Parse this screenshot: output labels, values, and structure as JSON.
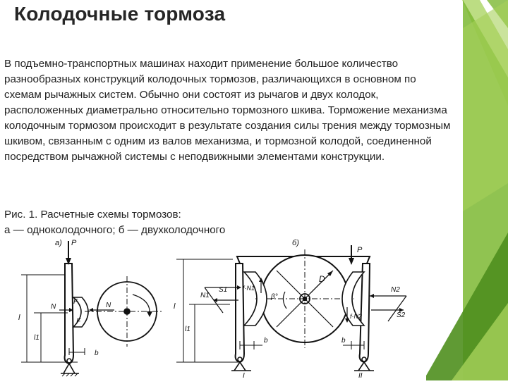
{
  "slide": {
    "title": "Колодочные тормоза",
    "paragraph": "В подъемно-транспортных машинах находит применение большое количество разнообразных конструкций колодочных тормозов, различающихся в основном по схемам рычажных систем. Обычно они состоят из рычагов и двух колодок, расположенных диаметрально относительно тормозного шкива. Торможение механизма колодочным тормозом происходит в результате создания силы трения между тормозным шкивом, связанным с одним из валов механизма, и тормозной колодой, соединенной посредством рычажной системы с неподвижными элементами конструкции.",
    "caption_line1": "Рис. 1. Расчетные схемы тормозов:",
    "caption_line2": "а — одноколодочного; б — двухколодочного"
  },
  "figure": {
    "a": {
      "label": "а)",
      "P": "P",
      "l": "l",
      "l1": "l1",
      "N_left": "N",
      "F_top": "F",
      "F_bottom": "F",
      "N_center": "N",
      "b": "b"
    },
    "b": {
      "label": "б)",
      "P": "P",
      "l": "l",
      "l1": "l1",
      "S1": "S1",
      "N1": "N1",
      "fN1": "f·N1",
      "beta": "β°",
      "D": "D",
      "N2": "N2",
      "S2": "S2",
      "fN2": "f·N2",
      "b_left": "b",
      "b_right": "b",
      "I": "I",
      "II": "II"
    }
  },
  "theme": {
    "green_dark": "#4f8f1e",
    "green_mid": "#7cb832",
    "green_light": "#a6d15a",
    "text": "#222222"
  }
}
